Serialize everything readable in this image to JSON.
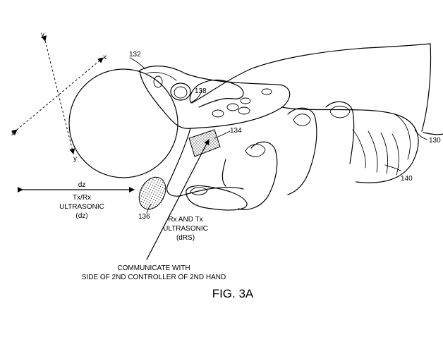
{
  "figure": {
    "caption": "FIG. 3A",
    "refs": {
      "r132": "132",
      "r138": "138",
      "r134": "134",
      "r130": "130",
      "r140": "140",
      "r136": "136"
    },
    "axes": {
      "y_top": "y",
      "x_top": "x",
      "x_bottom": "x",
      "y_bottom": "y"
    },
    "left_label": {
      "dz": "dz",
      "line1": "Tx/Rx",
      "line2": "ULTRASONIC",
      "line3": "(dz)"
    },
    "right_label": {
      "line1": "Rx AND Tx",
      "line2": "ULTRASONIC",
      "line3": "(dRS)"
    },
    "communicate": {
      "line1": "COMMUNICATE WITH",
      "line2": "SIDE OF 2ND CONTROLLER OF 2ND HAND"
    }
  }
}
